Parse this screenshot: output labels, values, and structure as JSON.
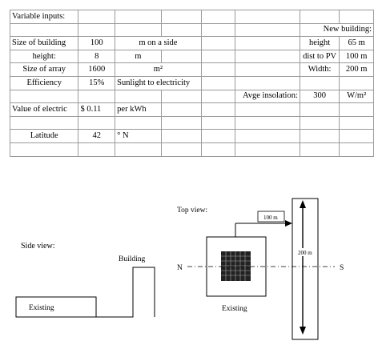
{
  "table": {
    "rows": [
      [
        "Variable inputs:",
        "",
        "",
        "",
        "",
        "",
        "",
        ""
      ],
      [
        "",
        "",
        "",
        "",
        "",
        "",
        "New building:",
        ""
      ],
      [
        "Size of building",
        "100",
        "m on a side",
        "",
        "",
        "",
        "height",
        "65 m"
      ],
      [
        "height:",
        "8",
        "m",
        "",
        "",
        "",
        "dist to PV",
        "100 m"
      ],
      [
        "Size of array",
        "1600",
        "m²",
        "",
        "",
        "",
        "Width:",
        "200 m"
      ],
      [
        "Efficiency",
        "15%",
        "Sunlight to electricity",
        "",
        "",
        "",
        "",
        ""
      ],
      [
        "",
        "",
        "",
        "",
        "",
        "Avge insolation:",
        "300",
        "W/m²"
      ],
      [
        "Value of electric",
        "$    0.11",
        "per kWh",
        "",
        "",
        "",
        "",
        ""
      ],
      [
        "",
        "",
        "",
        "",
        "",
        "",
        "",
        ""
      ],
      [
        "Latitude",
        "42",
        "° N",
        "",
        "",
        "",
        "",
        ""
      ],
      [
        "",
        "",
        "",
        "",
        "",
        "",
        "",
        ""
      ]
    ]
  },
  "figure": {
    "side_view_label": "Side view:",
    "building_label": "Building",
    "existing_side_label": "Existing",
    "top_view_label": "Top view:",
    "dist_label": "100 m",
    "width_label": "200 m",
    "north": "N",
    "south": "S",
    "existing_top_label": "Existing"
  }
}
